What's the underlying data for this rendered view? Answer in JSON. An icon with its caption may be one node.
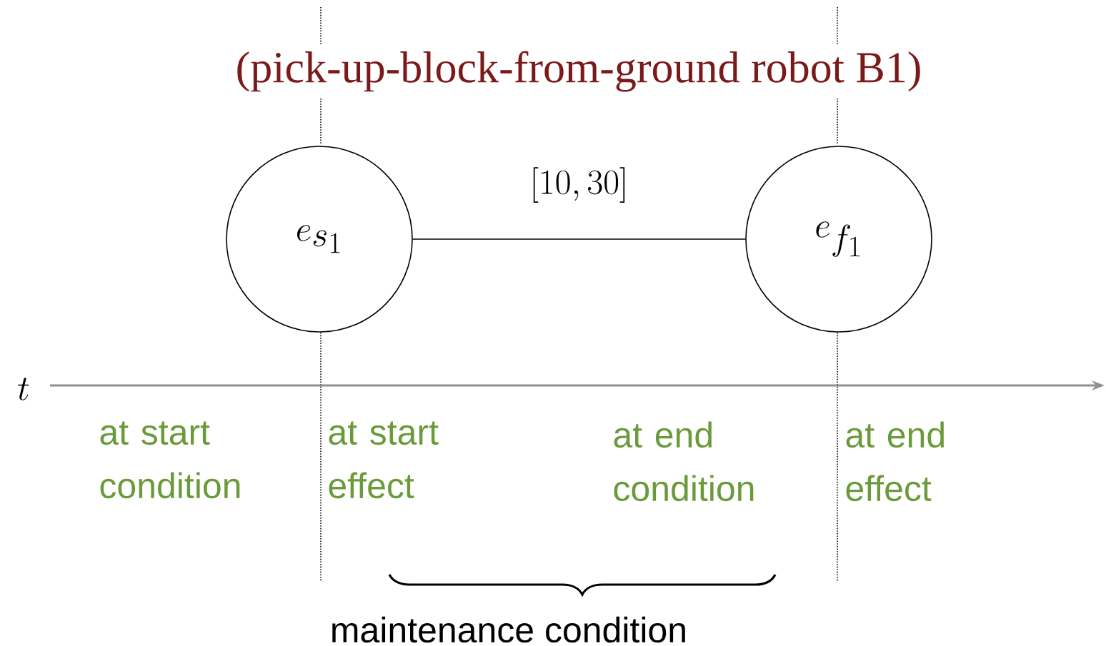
{
  "diagram": {
    "title": "(pick-up-block-from-ground robot B1)",
    "nodes": [
      {
        "text": [
          "e_{s_1}"
        ]
      },
      {
        "text": [
          "e_{f_1}"
        ]
      }
    ],
    "edges": [
      {
        "from": 0,
        "to": 1,
        "arrow": "none",
        "label": "[10, 30]"
      }
    ],
    "labels": [
      "t",
      "at start condition",
      "at start effect",
      "at end condition",
      "at end effect",
      "maintenance condition"
    ]
  }
}
